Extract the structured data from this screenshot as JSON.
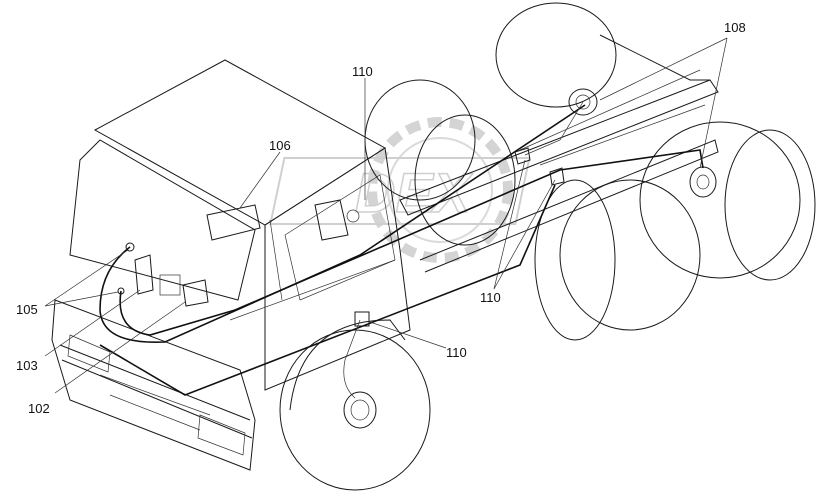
{
  "watermark": "DEX",
  "callouts": [
    {
      "id": "c108",
      "label": "108"
    },
    {
      "id": "c110a",
      "label": "110"
    },
    {
      "id": "c106",
      "label": "106"
    },
    {
      "id": "c105",
      "label": "105"
    },
    {
      "id": "c103",
      "label": "103"
    },
    {
      "id": "c102",
      "label": "102"
    },
    {
      "id": "c110b",
      "label": "110"
    },
    {
      "id": "c110c",
      "label": "110"
    }
  ]
}
